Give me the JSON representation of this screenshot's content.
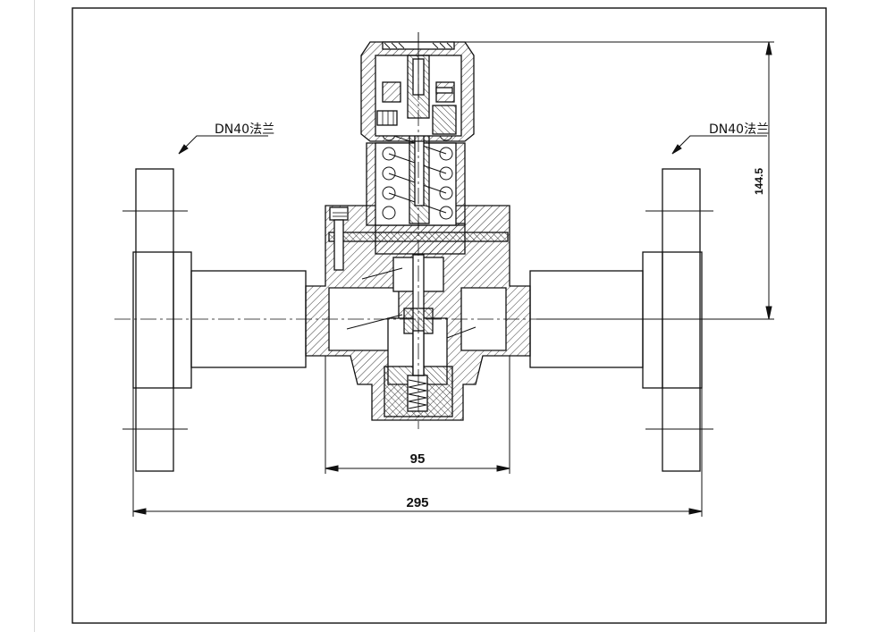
{
  "labels": {
    "flange_left": "DN40法兰",
    "flange_right": "DN40法兰"
  },
  "dimensions": {
    "body_width": "95",
    "overall_length": "295",
    "height": "144.5"
  }
}
